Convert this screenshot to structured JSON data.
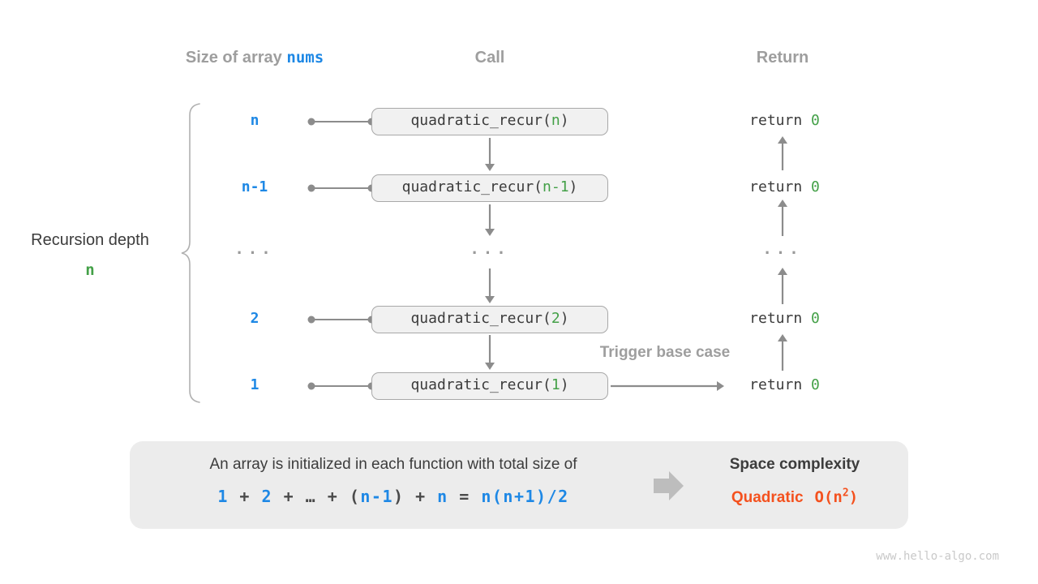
{
  "colors": {
    "accent_blue": "#1e88e5",
    "accent_green": "#43a047",
    "accent_orange": "#f4511e",
    "muted_gray": "#9e9e9e",
    "dark_text": "#3c3c3c",
    "line_gray": "#8c8c8c",
    "box_fill": "#f1f1f1",
    "panel_fill": "#ececec"
  },
  "columns": {
    "size_label": "Size of array",
    "size_code": "nums",
    "call": "Call",
    "return": "Return"
  },
  "left_label": {
    "title": "Recursion depth",
    "depth": "n"
  },
  "rows": [
    {
      "size": "n",
      "arg": "n"
    },
    {
      "size": "n-1",
      "arg": "n-1"
    },
    {
      "size": "...",
      "call": "...",
      "ret": "..."
    },
    {
      "size": "2",
      "arg": "2"
    },
    {
      "size": "1",
      "arg": "1"
    }
  ],
  "calls": {
    "prefix": "quadratic_recur(",
    "suffix": ")"
  },
  "returns": {
    "keyword": "return",
    "value": "0"
  },
  "trigger_label": "Trigger base case",
  "summary": {
    "line1": "An array is initialized in each function with total size of",
    "formula": [
      {
        "t": "1",
        "c": "blue"
      },
      {
        "t": " + ",
        "c": "dark"
      },
      {
        "t": "2",
        "c": "blue"
      },
      {
        "t": " + ",
        "c": "dark"
      },
      {
        "t": "…",
        "c": "dark"
      },
      {
        "t": " + ",
        "c": "dark"
      },
      {
        "t": "(",
        "c": "dark"
      },
      {
        "t": "n-1",
        "c": "blue"
      },
      {
        "t": ")",
        "c": "dark"
      },
      {
        "t": " + ",
        "c": "dark"
      },
      {
        "t": "n",
        "c": "blue"
      },
      {
        "t": " = ",
        "c": "dark"
      },
      {
        "t": "n(n+1)/2",
        "c": "blue"
      }
    ],
    "result_title": "Space complexity",
    "result_name": "Quadratic",
    "result_o_pre": "O(n",
    "result_o_sup": "2",
    "result_o_post": ")"
  },
  "watermark": "www.hello-algo.com"
}
